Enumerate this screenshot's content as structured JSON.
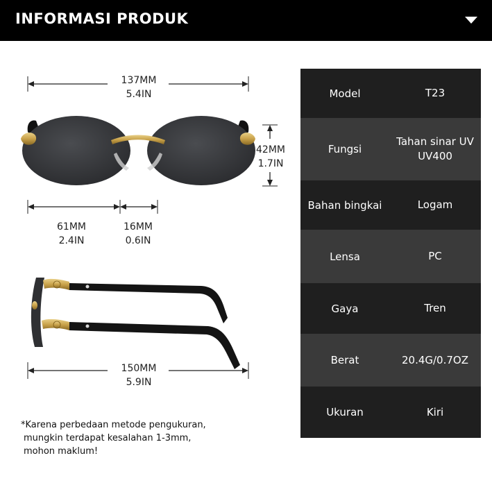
{
  "header": {
    "title": "INFORMASI PRODUK",
    "toggle_icon": "triangle-down-icon"
  },
  "dimensions": {
    "total_width": {
      "mm": "137MM",
      "inch": "5.4IN"
    },
    "lens_height": {
      "mm": "42MM",
      "inch": "1.7IN"
    },
    "lens_width": {
      "mm": "61MM",
      "inch": "2.4IN"
    },
    "bridge_width": {
      "mm": "16MM",
      "inch": "0.6IN"
    },
    "temple_length": {
      "mm": "150MM",
      "inch": "5.9IN"
    }
  },
  "note": {
    "line1": "*Karena perbedaan metode pengukuran,",
    "line2": "mungkin terdapat kesalahan 1-3mm,",
    "line3": "mohon maklum!"
  },
  "specs": [
    {
      "label": "Model",
      "value": [
        "T23"
      ]
    },
    {
      "label": "Fungsi",
      "value": [
        "Tahan sinar UV",
        "UV400"
      ]
    },
    {
      "label": "Bahan bingkai",
      "value": [
        "Logam"
      ]
    },
    {
      "label": "Lensa",
      "value": [
        "PC"
      ]
    },
    {
      "label": "Gaya",
      "value": [
        "Tren"
      ]
    },
    {
      "label": "Berat",
      "value": [
        "20.4G/0.7OZ"
      ]
    },
    {
      "label": "Ukuran",
      "value": [
        "Kiri"
      ]
    }
  ],
  "colors": {
    "header_bg": "#000000",
    "row_dark": "#1f1f1f",
    "row_light": "#3a3a3a",
    "lens": "#3d3f43",
    "gold": "#c9a24a"
  }
}
